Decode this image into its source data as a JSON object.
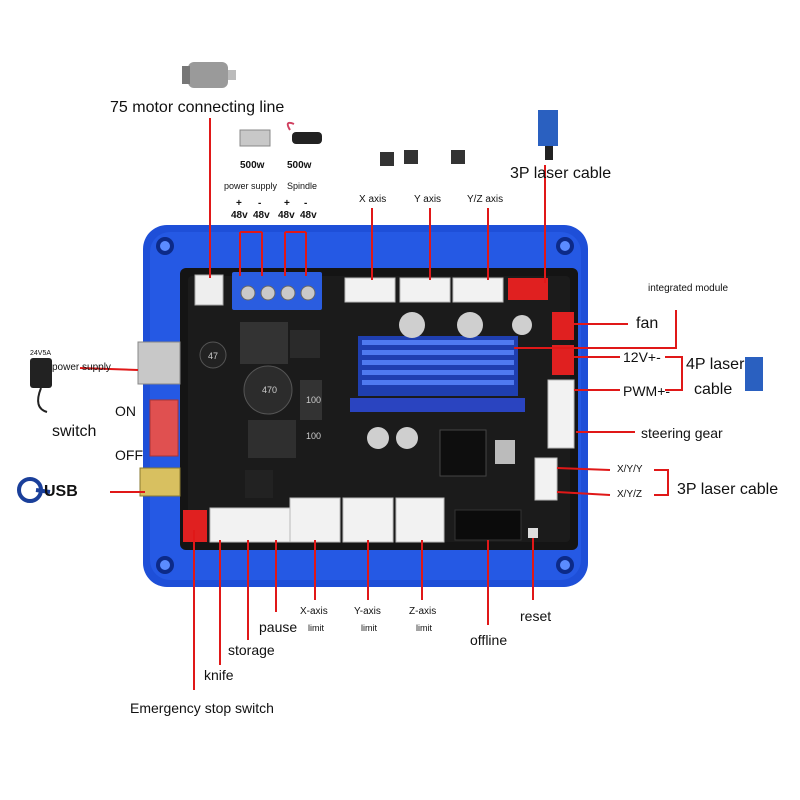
{
  "colors": {
    "case_blue": "#1e4fd8",
    "board_black": "#141414",
    "connector_red": "#e02020",
    "callout_red": "#e01818",
    "connector_white": "#f2f2f2",
    "terminal_blue": "#2a5de0",
    "heatsink_blue": "#1f3fb0"
  },
  "icons": [
    "motor-icon",
    "power-supply-icon",
    "spindle-icon",
    "stepper-motor-icon",
    "laser-module-icon",
    "adapter-icon",
    "usb-cable-icon"
  ],
  "labels": {
    "motor_line": "75 motor connecting line",
    "psu_w": "500w",
    "psu": "power supply",
    "spindle_w": "500w",
    "spindle": "Spindle",
    "plus1": "+",
    "minus1": "-",
    "plus2": "+",
    "minus2": "-",
    "v1": "48v",
    "v2": "48v",
    "v3": "48v",
    "v4": "48v",
    "x_axis": "X axis",
    "y_axis": "Y axis",
    "yz_axis": "Y/Z axis",
    "laser3p_top": "3P laser cable",
    "integrated": "integrated module",
    "fan": "fan",
    "v12": "12V+-",
    "pwm": "PWM+-",
    "laser4p_a": "4P laser",
    "laser4p_b": "cable",
    "steering": "steering gear",
    "xyy": "X/Y/Y",
    "xyz": "X/Y/Z",
    "laser3p_right": "3P laser cable",
    "power_supply": "power supply",
    "adapter_text": "24V5A",
    "on": "ON",
    "switch": "switch",
    "off": "OFF",
    "usb": "USB",
    "reset": "reset",
    "offline": "offline",
    "x_limit_a": "X-axis",
    "x_limit_b": "limit",
    "y_limit_a": "Y-axis",
    "y_limit_b": "limit",
    "z_limit_a": "Z-axis",
    "z_limit_b": "limit",
    "pause": "pause",
    "storage": "storage",
    "knife": "knife",
    "estop": "Emergency stop switch"
  },
  "board_marks": {
    "inductor": "470",
    "cap_a": "47",
    "cap_b": "100",
    "cap_c": "100"
  }
}
